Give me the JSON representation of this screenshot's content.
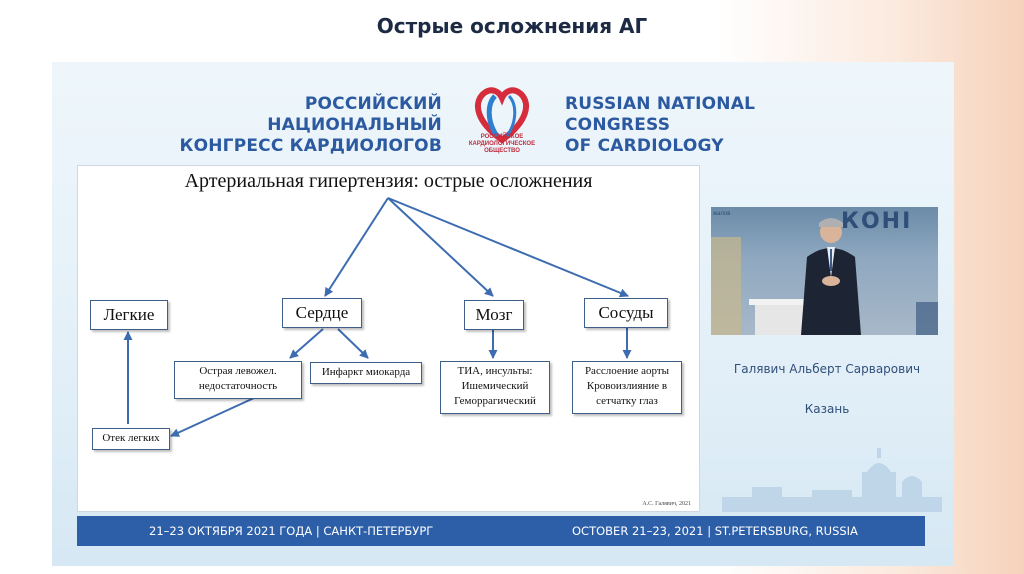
{
  "page_title": "Острые осложнения АГ",
  "header": {
    "ru_line1": "РОССИЙСКИЙ НАЦИОНАЛЬНЫЙ",
    "ru_line2": "КОНГРЕСС КАРДИОЛОГОВ",
    "en_line1": "RUSSIAN NATIONAL CONGRESS",
    "en_line2": "OF CARDIOLOGY",
    "logo_line1": "РОССИЙСКОЕ",
    "logo_line2": "КАРДИОЛОГИЧЕСКОЕ",
    "logo_line3": "ОБЩЕСТВО"
  },
  "diagram": {
    "title": "Артериальная гипертензия: острые осложнения",
    "nodes": {
      "lungs": "Легкие",
      "heart": "Сердце",
      "brain": "Мозг",
      "vessels": "Сосуды",
      "lvf_line1": "Острая левожел.",
      "lvf_line2": "недостаточность",
      "mi": "Инфаркт миокарда",
      "tia_line1": "ТИА, инсульты:",
      "tia_line2": "Ишемический",
      "tia_line3": "Геморрагический",
      "aorta_line1": "Расслоение аорты",
      "aorta_line2": "Кровоизлияние в",
      "aorta_line3": "сетчатку глаз",
      "edema": "Отек легких"
    },
    "credit": "А.С. Галявич, 2021"
  },
  "video": {
    "bg_text": "КОНІ",
    "small_text": "жалов"
  },
  "speaker": {
    "name": "Галявич Альберт Сарварович",
    "city": "Казань"
  },
  "footer": {
    "ru": "21–23 ОКТЯБРЯ 2021 ГОДА  |  САНКТ-ПЕТЕРБУРГ",
    "en": "OCTOBER 21–23, 2021  |  ST.PETERSBURG, RUSSIA"
  },
  "colors": {
    "brand_blue": "#2c5aa0",
    "footer_blue": "#2d5fa8",
    "logo_red": "#d62d3c",
    "logo_blue": "#2e7fd0"
  }
}
